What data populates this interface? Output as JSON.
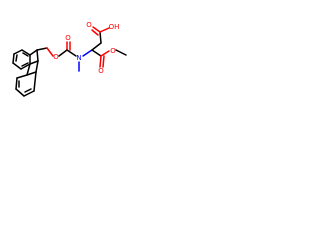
{
  "molecule": {
    "atoms": {
      "carbonyl_o": "O",
      "ester_o": "O",
      "nitrogen": "N",
      "acid_oh": "OH",
      "acid_o": "O",
      "ester_carbonyl_o": "O",
      "ester_o2": "O"
    },
    "colors": {
      "bond": "#000000",
      "oxygen": "#ff0000",
      "nitrogen": "#0000ff"
    }
  }
}
